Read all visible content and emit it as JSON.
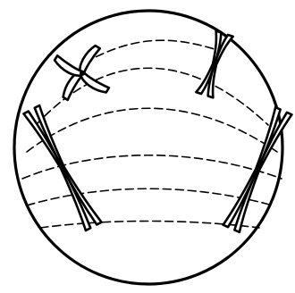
{
  "diagram": {
    "subject": "cell-division-figure",
    "style": "line-drawing",
    "colors": {
      "ink": "#000000",
      "background": "#ffffff"
    },
    "components": {
      "cell": "cell-membrane",
      "spindle": "spindle-fibers",
      "chromosomes": [
        "chromosome-1",
        "chromosome-2",
        "chromosome-3",
        "chromosome-4"
      ]
    }
  }
}
